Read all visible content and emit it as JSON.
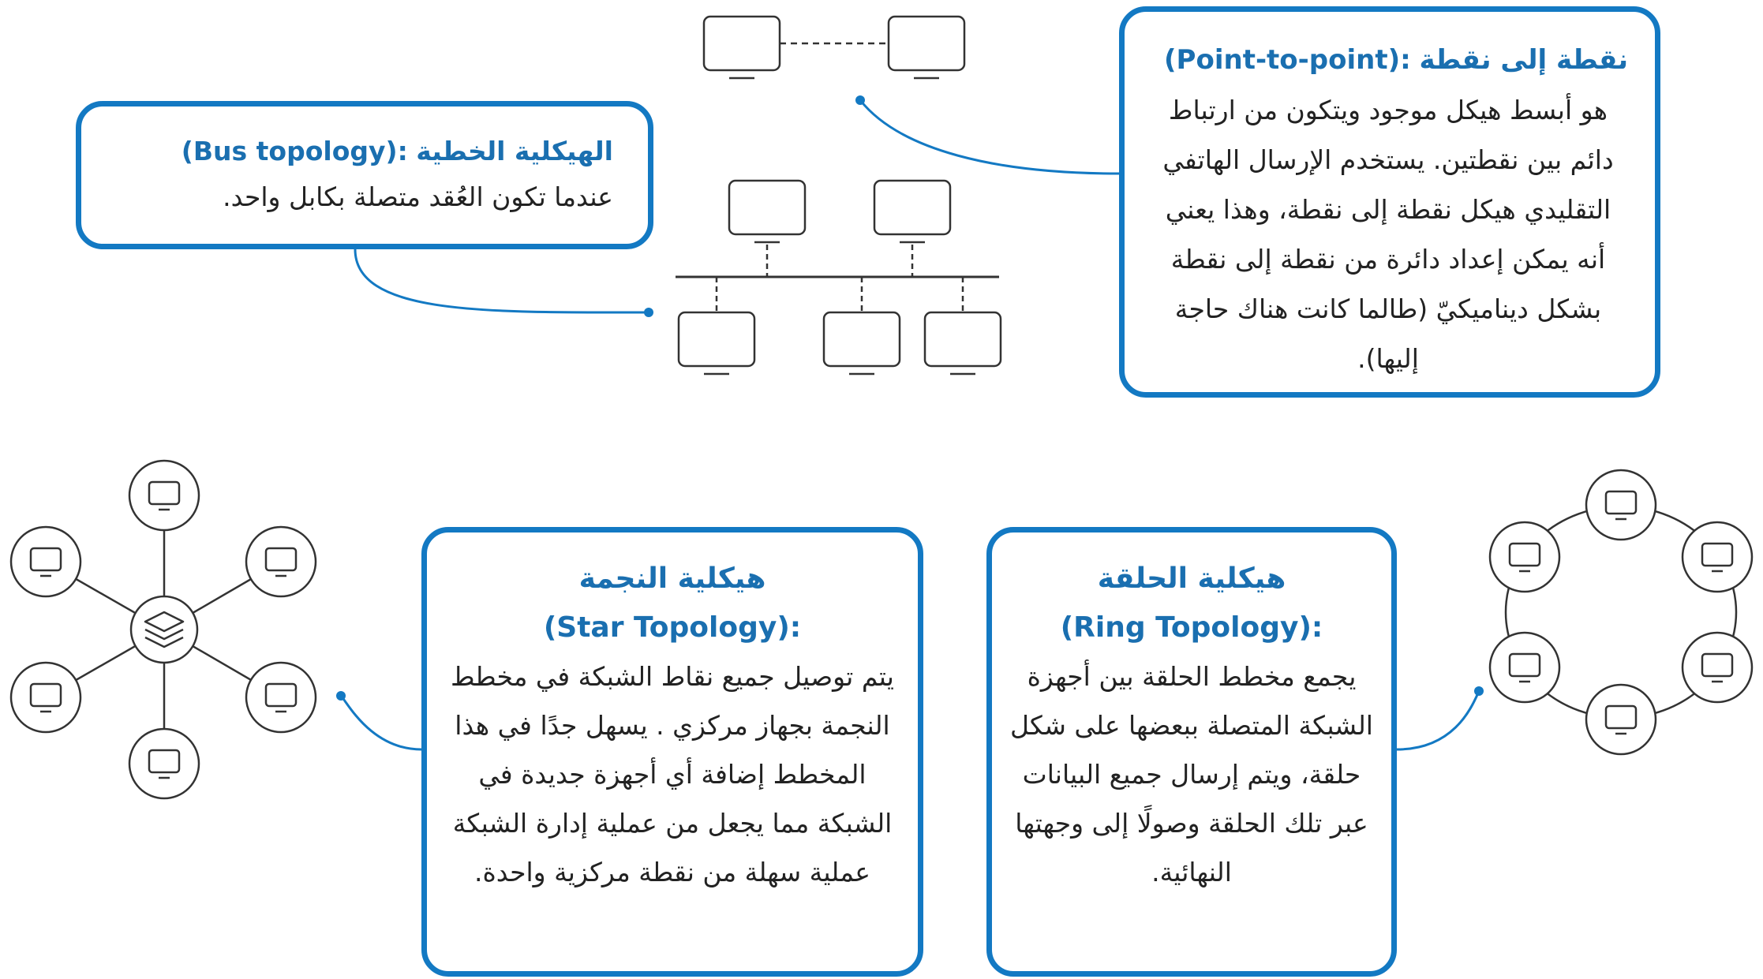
{
  "point_to_point": {
    "title_ar": "نقطة إلى نقطة",
    "title_en": "(Point-to-point):",
    "body": "هو أبسط هيكل موجود ويتكون من ارتباط دائم بين نقطتين. يستخدم الإرسال الهاتفي التقليدي هيكل نقطة إلى نقطة، وهذا يعني أنه يمكن إعداد دائرة من نقطة إلى نقطة بشكل ديناميكيّ (طالما كانت هناك حاجة إليها)."
  },
  "bus": {
    "title_ar": "الهيكلية الخطية",
    "title_en": "(Bus topology):",
    "body": "عندما تكون العُقد متصلة بكابل واحد."
  },
  "star": {
    "title_ar": "هيكلية النجمة",
    "title_en": "(Star Topology):",
    "body": "يتم توصيل جميع نقاط الشبكة في مخطط النجمة بجهاز مركزي . يسهل جدًا في هذا المخطط إضافة أي أجهزة جديدة في الشبكة مما يجعل من عملية إدارة الشبكة عملية سهلة من نقطة مركزية واحدة."
  },
  "ring": {
    "title_ar": "هيكلية الحلقة",
    "title_en": "(Ring Topology):",
    "body": "يجمع مخطط الحلقة بين أجهزة الشبكة المتصلة ببعضها على شكل حلقة، ويتم إرسال جميع البيانات عبر تلك الحلقة وصولًا إلى وجهتها النهائية."
  },
  "colors": {
    "accent": "#1379c3",
    "title": "#1a6fb0",
    "line": "#333333",
    "text": "#222222"
  },
  "icons": {
    "computer": "monitor-icon",
    "hub": "layers-icon"
  }
}
